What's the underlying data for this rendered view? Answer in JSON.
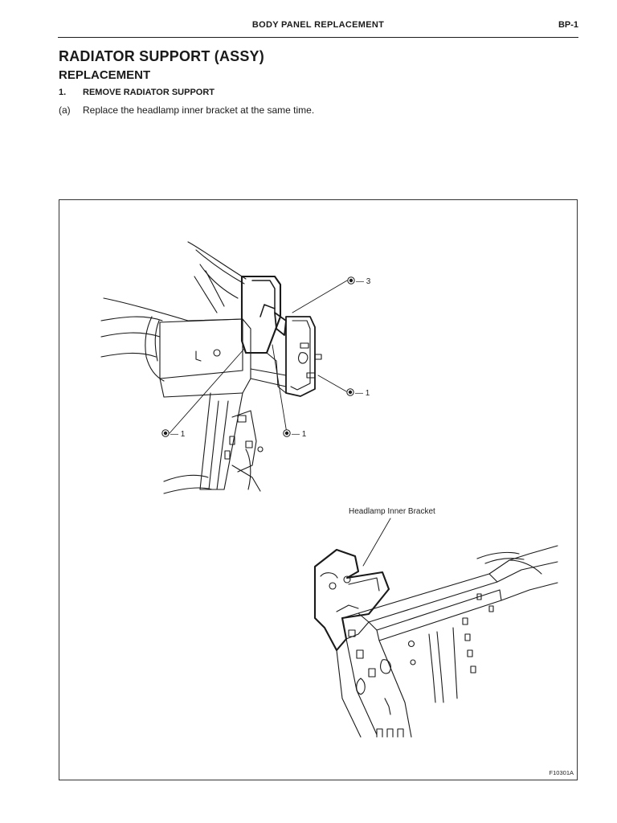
{
  "header": {
    "title": "BODY PANEL REPLACEMENT",
    "page_number": "BP-1"
  },
  "section": {
    "title": "RADIATOR SUPPORT (ASSY)",
    "subtitle": "REPLACEMENT"
  },
  "steps": [
    {
      "number": "1.",
      "label": "REMOVE RADIATOR SUPPORT",
      "substeps": [
        {
          "label": "(a)",
          "text": "Replace the headlamp inner bracket at the same time."
        }
      ]
    }
  ],
  "figure": {
    "id": "F10301A",
    "callouts": {
      "weld_top_right": "— 3",
      "weld_right": "— 1",
      "weld_left": "— 1",
      "weld_center": "— 1",
      "bracket_label": "Headlamp Inner Bracket"
    }
  }
}
